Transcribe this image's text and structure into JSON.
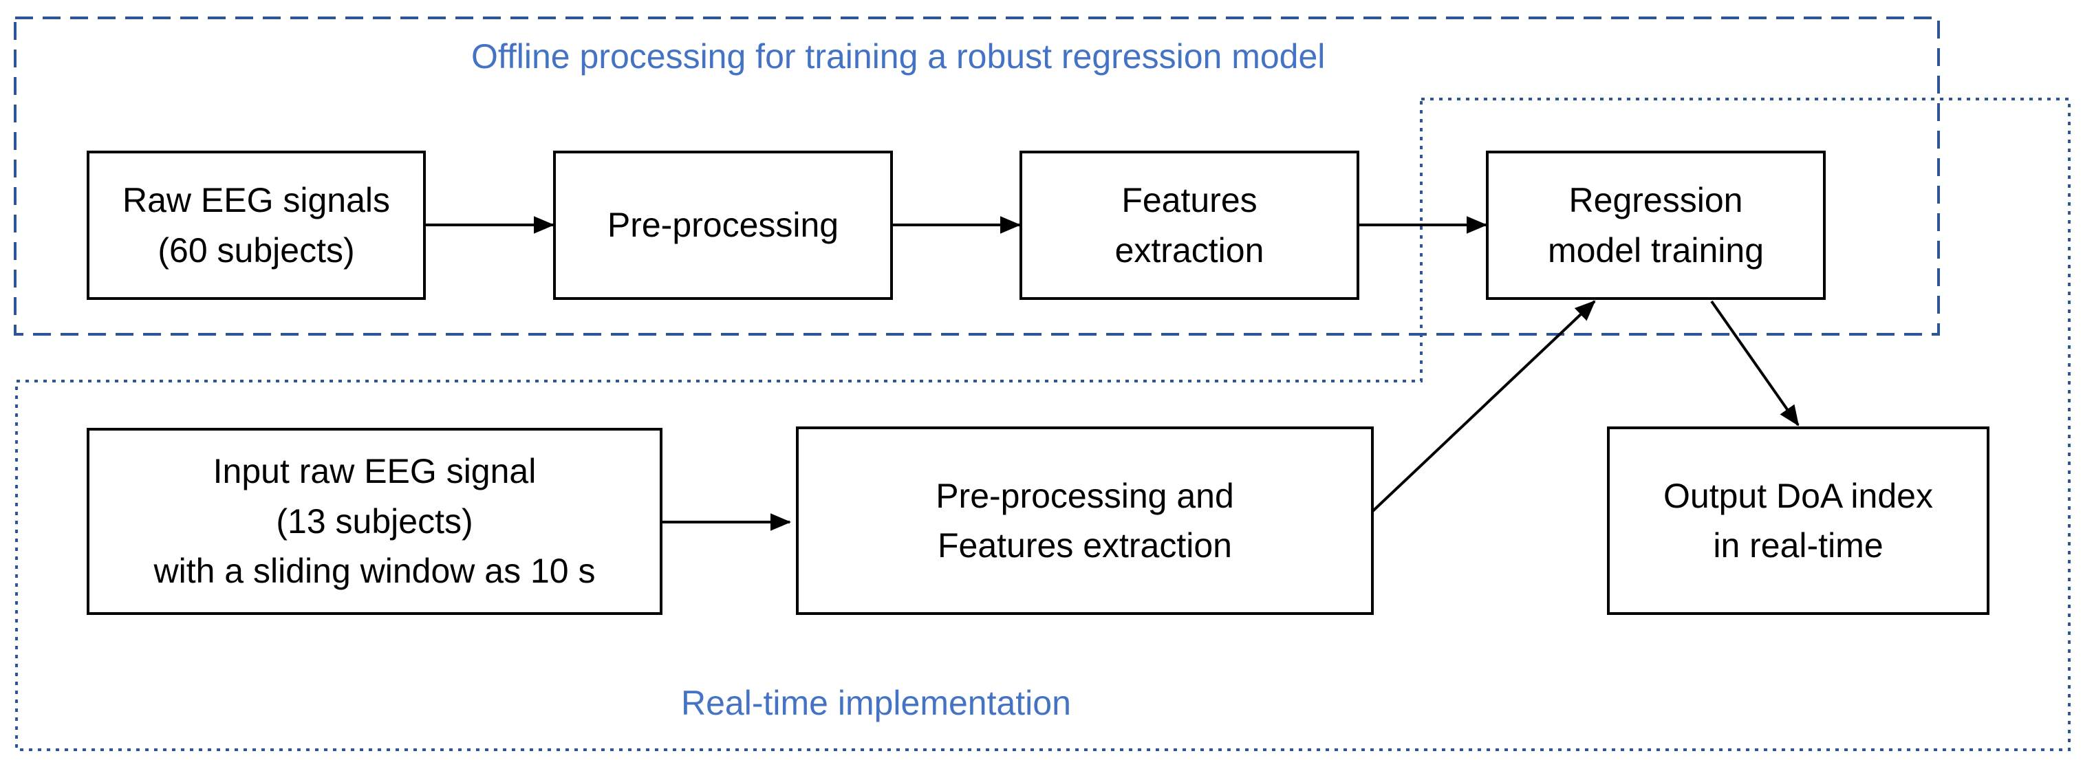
{
  "colors": {
    "group_border": "#2f5597",
    "group_label": "#4472c4",
    "box_border": "#000000",
    "arrow": "#000000",
    "background": "#ffffff"
  },
  "groups": {
    "offline": {
      "label": "Offline processing for training a robust regression model",
      "border_style": "dashed"
    },
    "realtime": {
      "label": "Real-time implementation",
      "border_style": "dotted"
    }
  },
  "boxes": {
    "raw_eeg": {
      "lines": [
        "Raw EEG signals",
        "(60 subjects)"
      ]
    },
    "preprocessing": {
      "lines": [
        "Pre-processing"
      ]
    },
    "features": {
      "lines": [
        "Features",
        "extraction"
      ]
    },
    "regression": {
      "lines": [
        "Regression",
        "model training"
      ]
    },
    "input_raw": {
      "lines": [
        "Input raw EEG signal",
        "(13 subjects)",
        "with a sliding window as 10 s"
      ]
    },
    "preproc_features": {
      "lines": [
        "Pre-processing and",
        "Features extraction"
      ]
    },
    "output": {
      "lines": [
        "Output DoA index",
        "in real-time"
      ]
    }
  }
}
